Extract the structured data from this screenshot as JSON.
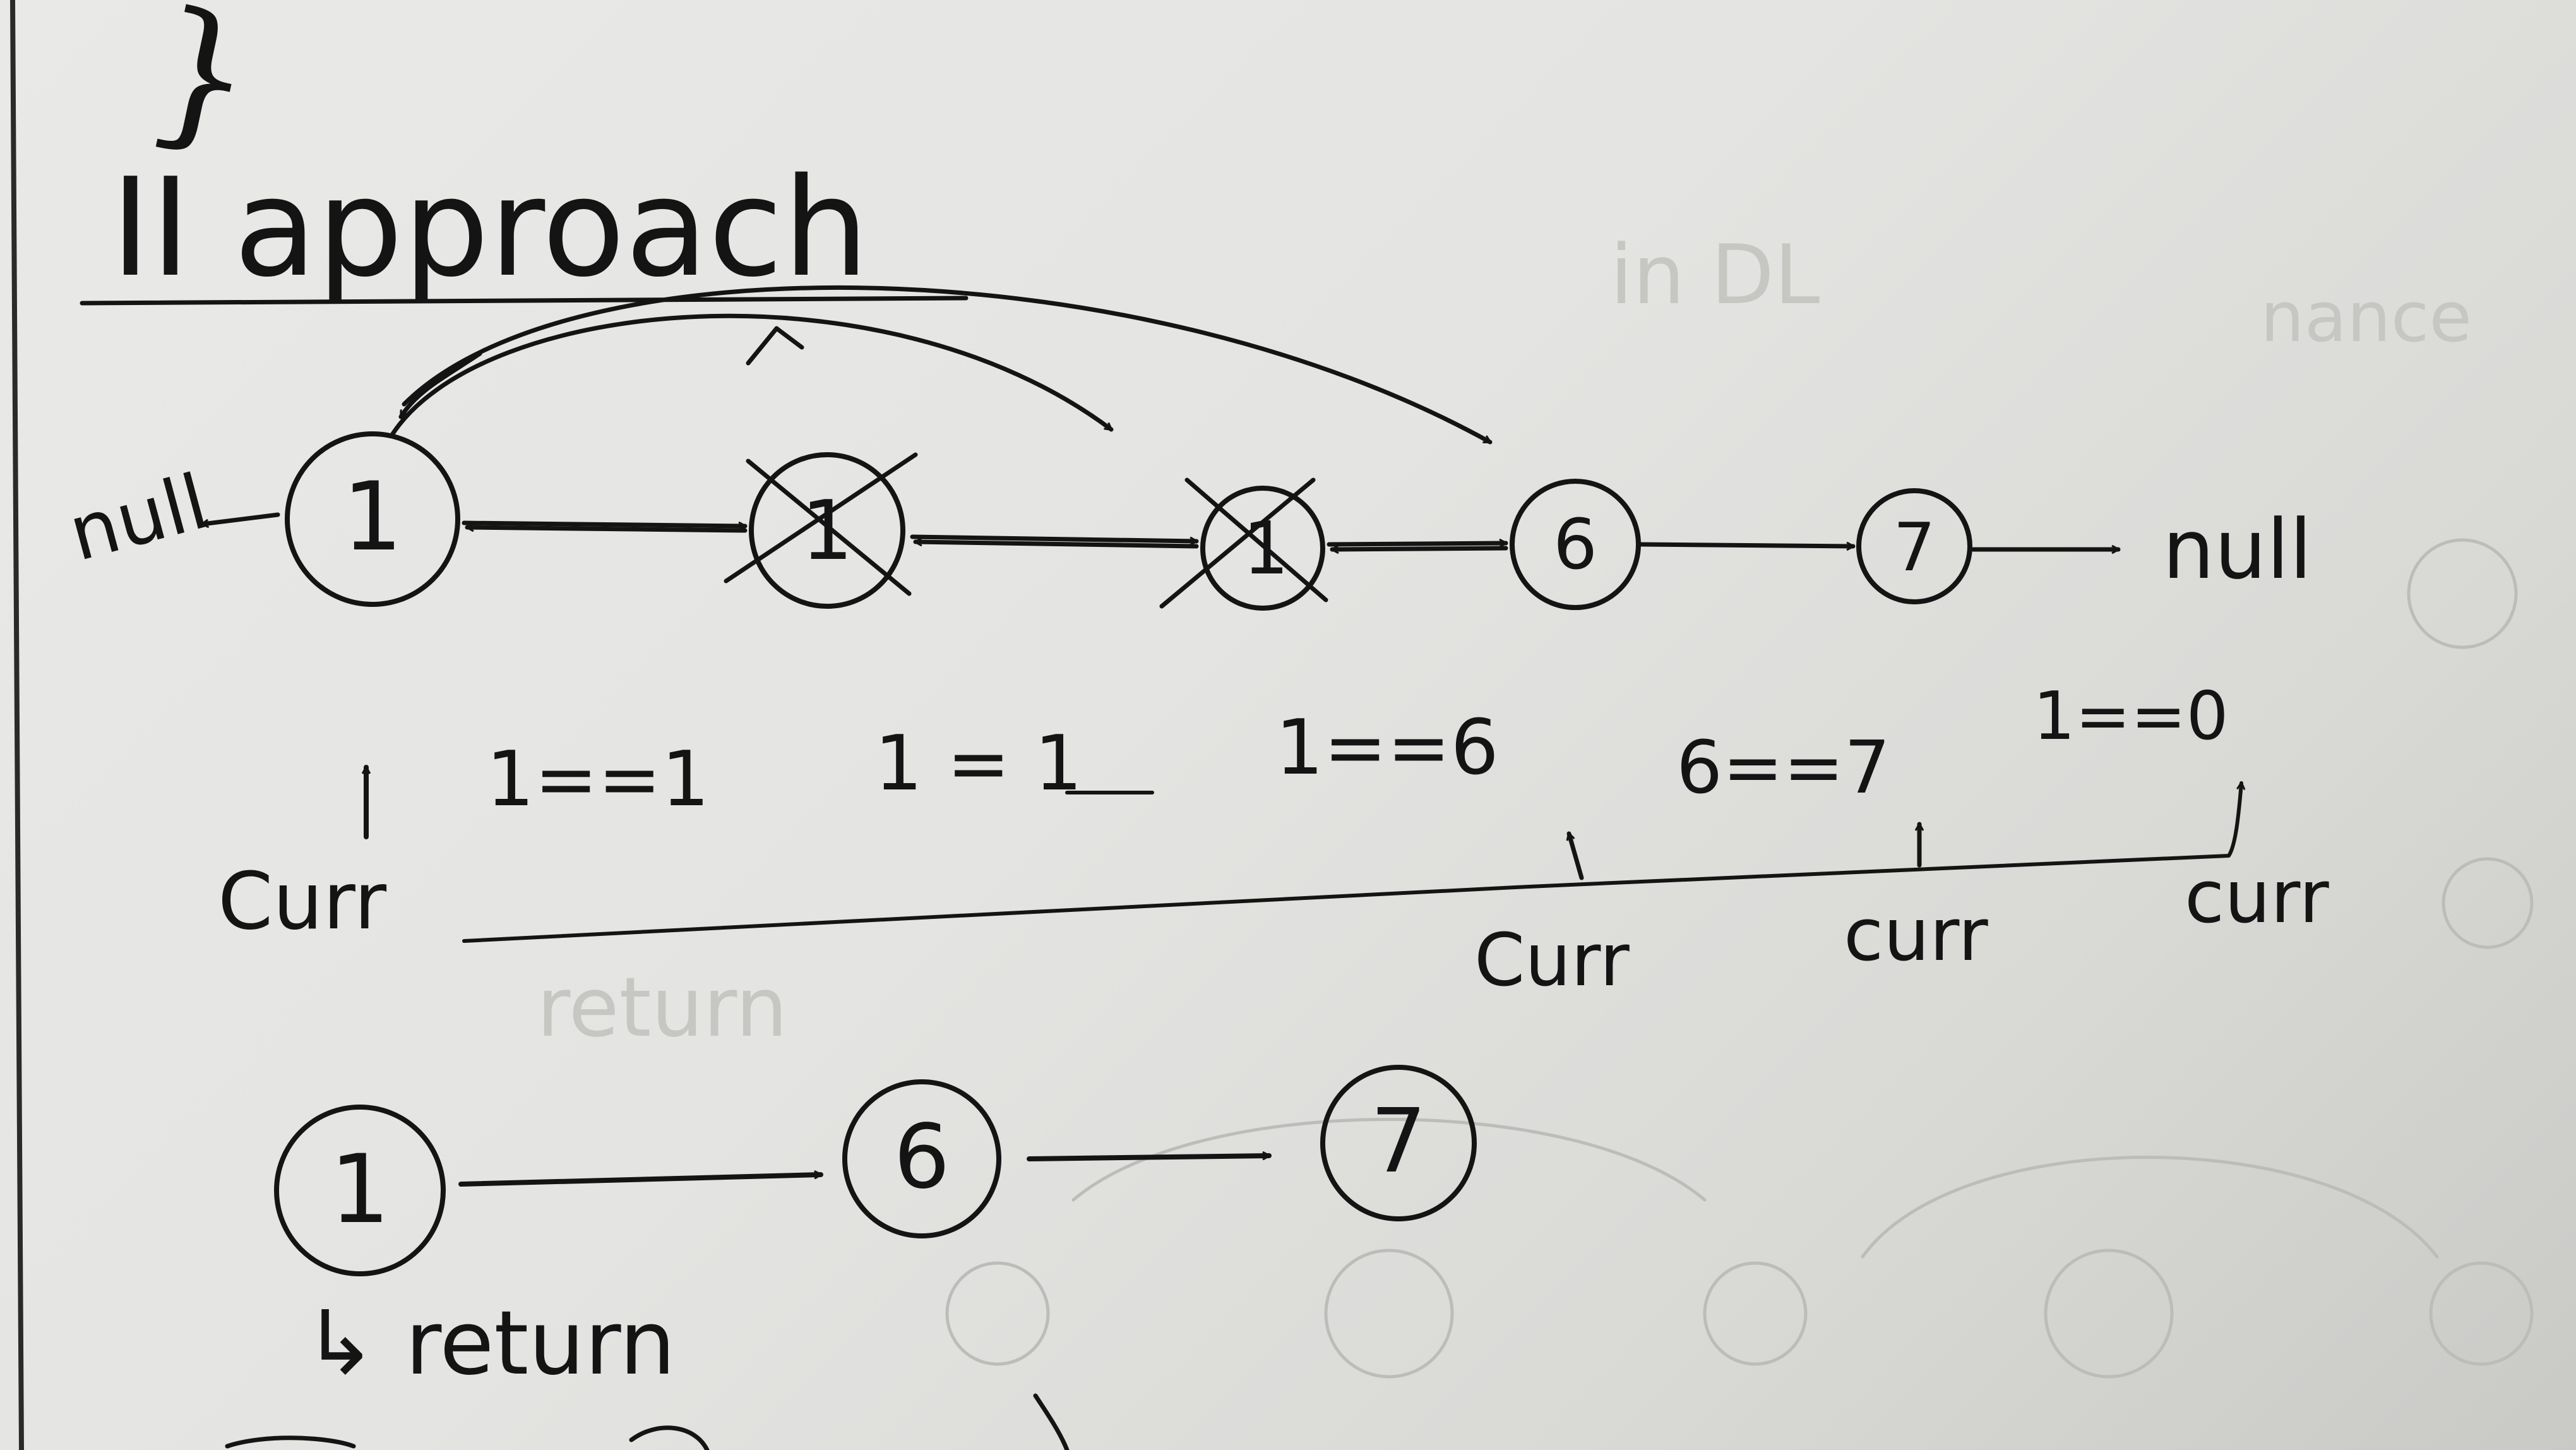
{
  "heading": {
    "brace": "}",
    "title": "II approach"
  },
  "list": {
    "left_end": "null",
    "nodes": [
      {
        "value": "1",
        "deleted": false
      },
      {
        "value": "1",
        "deleted": true
      },
      {
        "value": "1",
        "deleted": true
      },
      {
        "value": "6",
        "deleted": false
      },
      {
        "value": "7",
        "deleted": false
      }
    ],
    "right_end": "null"
  },
  "comparisons": [
    "1==1",
    "1 = 1",
    "1==6",
    "6==7",
    "1==0"
  ],
  "pointers": [
    "Curr",
    "Curr",
    "curr",
    "curr"
  ],
  "result": {
    "nodes": [
      "1",
      "6",
      "7"
    ],
    "return_label": "↳ return"
  }
}
